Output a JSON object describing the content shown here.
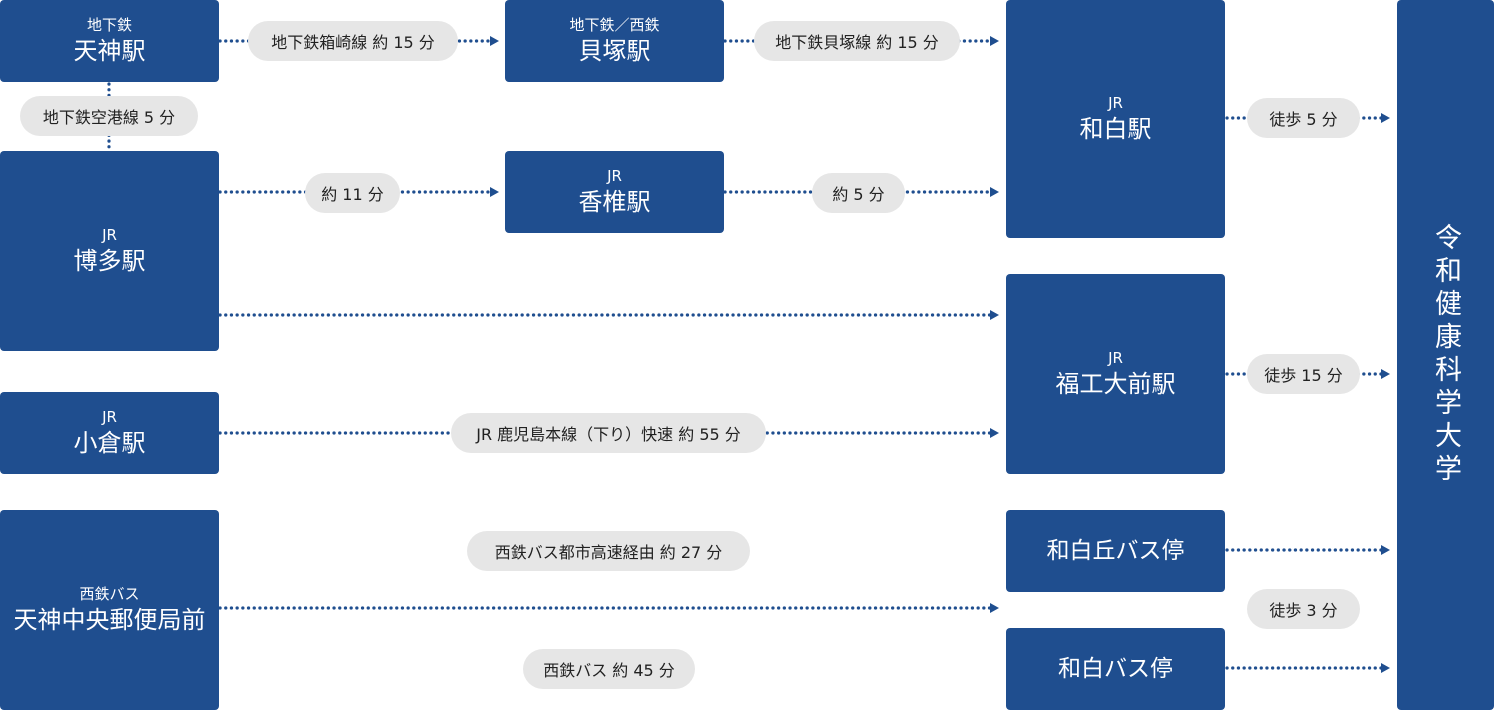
{
  "stations": {
    "tenjin": {
      "sub": "地下鉄",
      "main": "天神駅"
    },
    "kaizuka": {
      "sub": "地下鉄／西鉄",
      "main": "貝塚駅"
    },
    "wajiro": {
      "sub": "JR",
      "main": "和白駅"
    },
    "hakata": {
      "sub": "JR",
      "main": "博多駅"
    },
    "kashii": {
      "sub": "JR",
      "main": "香椎駅"
    },
    "fukkoudaimae": {
      "sub": "JR",
      "main": "福工大前駅"
    },
    "kokura": {
      "sub": "JR",
      "main": "小倉駅"
    },
    "tenjin_post": {
      "sub": "西鉄バス",
      "main": "天神中央郵便局前"
    },
    "wajirogaoka_bus": {
      "main": "和白丘バス停"
    },
    "wajiro_bus": {
      "main": "和白バス停"
    }
  },
  "university": "令和健康科学大学",
  "labels": {
    "tenjin_kaizuka": "地下鉄箱崎線 約 15 分",
    "kaizuka_wajiro": "地下鉄貝塚線 約 15 分",
    "tenjin_hakata": "地下鉄空港線 5 分",
    "hakata_kashii": "約 11 分",
    "kashii_wajiro": "約 5 分",
    "wajiro_walk": "徒歩 5 分",
    "fukkou_walk": "徒歩 15 分",
    "kokura_fukkou": "JR 鹿児島本線（下り）快速 約 55 分",
    "bus_express": "西鉄バス都市高速経由 約 27 分",
    "bus_normal": "西鉄バス 約 45 分",
    "bus_walk": "徒歩 3 分"
  },
  "colors": {
    "accent": "#1f4e8f",
    "pill": "#e6e6e6"
  }
}
